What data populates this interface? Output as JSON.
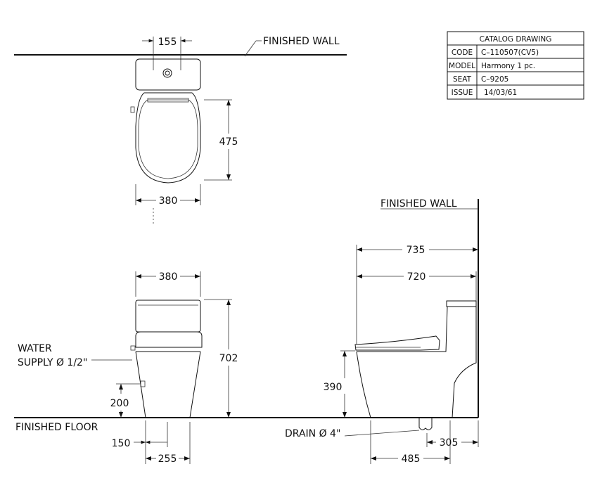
{
  "labels": {
    "finished_wall_top": "FINISHED  WALL",
    "finished_wall_side": "FINISHED  WALL",
    "finished_floor": "FINISHED  FLOOR",
    "water_supply_line1": "WATER",
    "water_supply_line2": "SUPPLY Ø 1/2\"",
    "drain": "DRAIN Ø 4\""
  },
  "dimensions": {
    "top_outlet_offset": "155",
    "top_bowl_length": "475",
    "top_width": "380",
    "front_width": "380",
    "front_height": "702",
    "supply_height": "200",
    "supply_offset": "150",
    "front_base": "255",
    "side_overall": "735",
    "side_body": "720",
    "seat_height": "390",
    "drain_to_front": "485",
    "drain_rough_in": "305"
  },
  "title_block": {
    "title": "CATALOG  DRAWING",
    "rows": [
      {
        "label": "CODE",
        "value": "C–110507(CV5)"
      },
      {
        "label": "MODEL",
        "value": "Harmony  1  pc."
      },
      {
        "label": "SEAT",
        "value": "C–9205"
      },
      {
        "label": "ISSUE",
        "value": "14/03/61"
      }
    ]
  }
}
